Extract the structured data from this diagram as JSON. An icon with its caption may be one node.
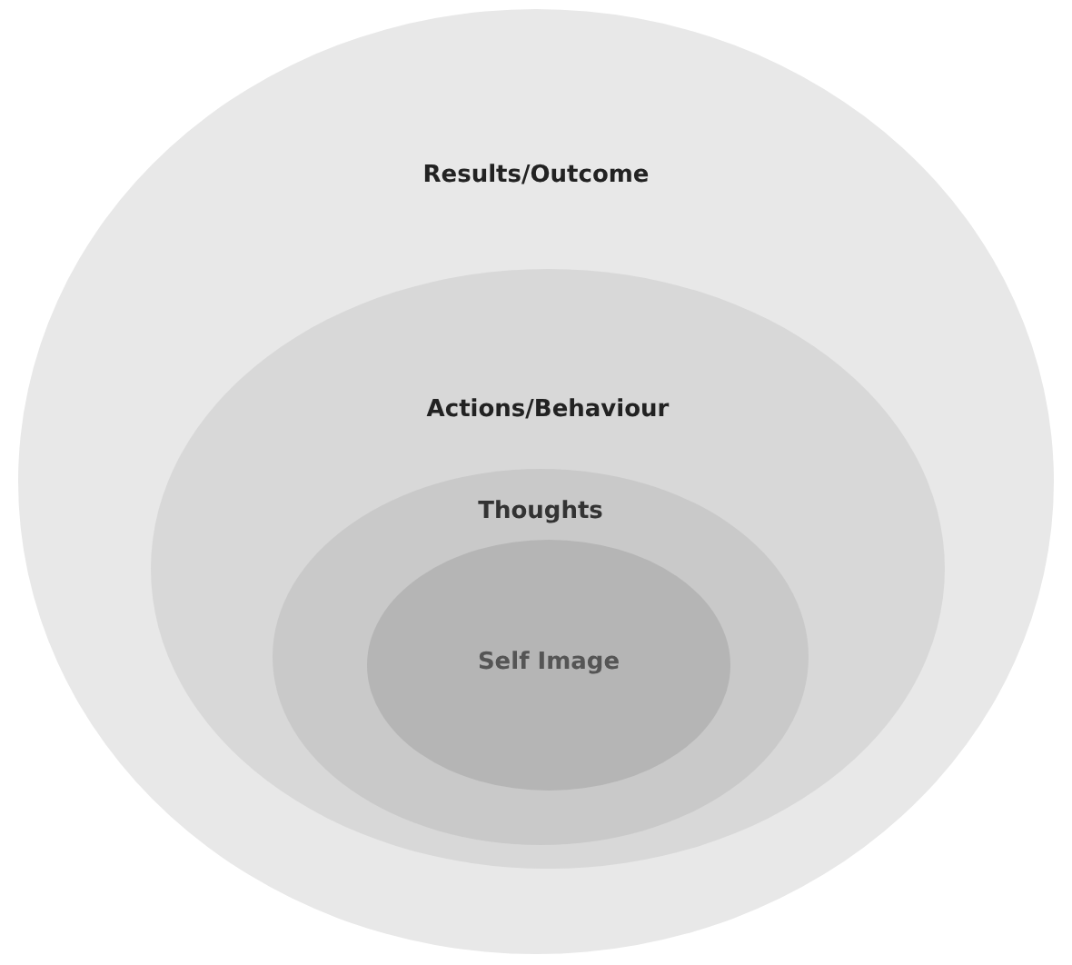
{
  "diagram": {
    "nodes": [
      {
        "text": [
          "Results/Outcome"
        ]
      },
      {
        "text": [
          "Actions/Behaviour"
        ],
        "in": 0
      },
      {
        "text": [
          "Thoughts"
        ],
        "in": 1
      },
      {
        "text": [
          "Self Image"
        ],
        "in": 2
      }
    ]
  }
}
